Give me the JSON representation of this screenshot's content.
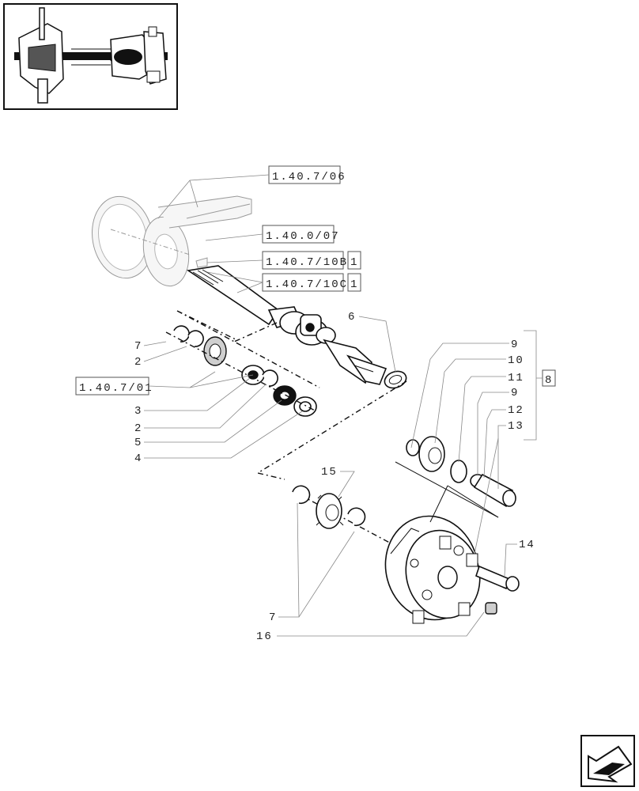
{
  "references": {
    "ref_1": "1.40.7/06",
    "ref_2": "1.40.0/07",
    "ref_3": "1.40.7/10B",
    "ref_3_qty": "1",
    "ref_4": "1.40.7/10C",
    "ref_4_qty": "1",
    "ref_5": "1.40.7/01",
    "group_8": "8"
  },
  "callouts": {
    "c6": "6",
    "c7a": "7",
    "c2a": "2",
    "c3": "3",
    "c2b": "2",
    "c5": "5",
    "c4": "4",
    "c9a": "9",
    "c10": "10",
    "c11": "11",
    "c9b": "9",
    "c12": "12",
    "c13": "13",
    "c14": "14",
    "c15": "15",
    "c7b": "7",
    "c16": "16"
  },
  "icons": {
    "thumbnail": "axle-assembly-thumbnail",
    "nav": "next-page-arrow-icon"
  }
}
